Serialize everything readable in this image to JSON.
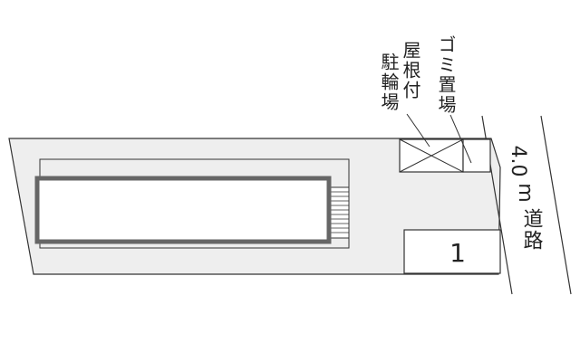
{
  "labels": {
    "covered_bicycle_parking": {
      "col_right": "屋根付",
      "col_left": "駐輪場"
    },
    "garbage_area": "ゴミ置場",
    "road": {
      "width": "4.0",
      "unit": "m",
      "name": "道路"
    },
    "parking_space_number": "1"
  },
  "colors": {
    "site_fill": "#eeeeee",
    "line": "#333333",
    "building_outline": "#666666",
    "white": "#ffffff"
  }
}
